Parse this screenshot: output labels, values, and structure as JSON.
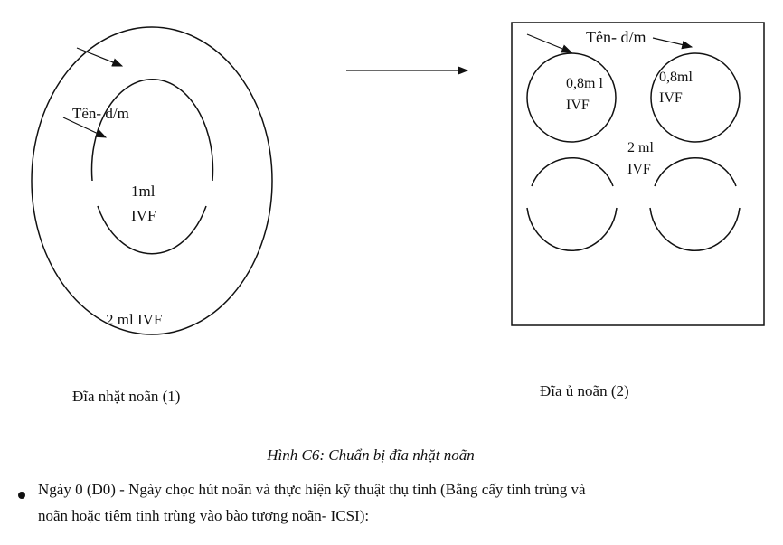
{
  "figure": {
    "dish1": {
      "label_name": "Tên- d/m",
      "inner_line1": "1ml",
      "inner_line2": "IVF",
      "outer_label": "2 ml IVF",
      "caption": "Đĩa nhặt noãn (1)"
    },
    "dish2": {
      "label_name": "Tên- d/m",
      "well1_line1": "0,8m l",
      "well1_line2": "IVF",
      "well2_line1": "0,8ml",
      "well2_line2": "IVF",
      "center_line1": "2 ml",
      "center_line2": "IVF",
      "caption": "Đĩa ủ noãn (2)"
    },
    "title": "Hình C6: Chuẩn bị đĩa nhặt noãn"
  },
  "body": {
    "bullet_line1": "Ngày 0 (D0) - Ngày chọc hút noãn và thực hiện kỹ thuật thụ tinh (Bằng cấy tinh trùng và",
    "bullet_line2": "noãn hoặc tiêm tinh trùng vào bào tương noãn- ICSI):"
  }
}
